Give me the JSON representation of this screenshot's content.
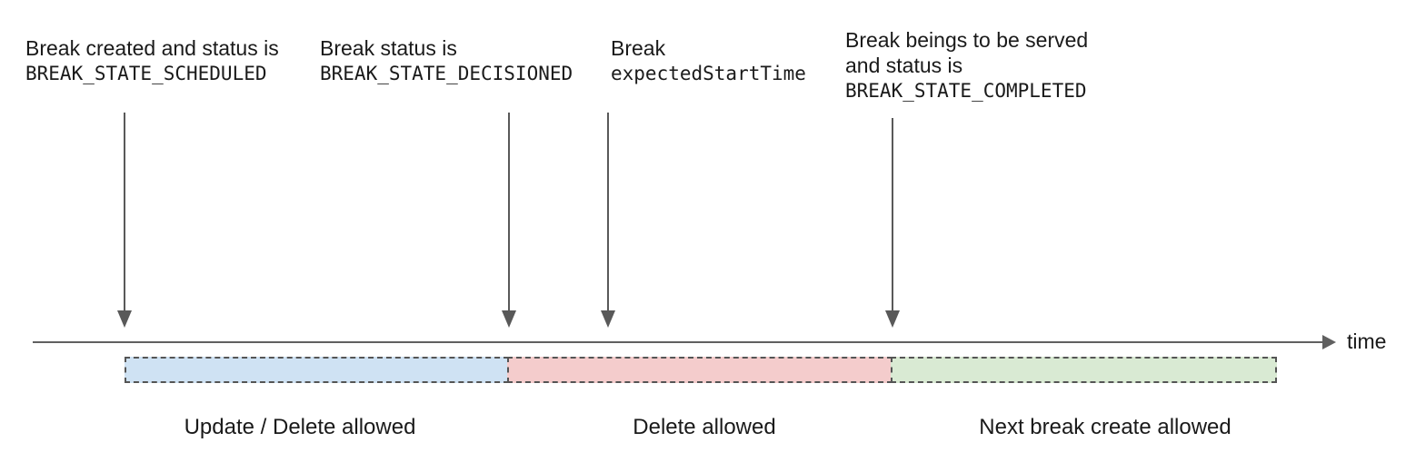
{
  "colors": {
    "text": "#1a1a1a",
    "arrow": "#595959",
    "axis": "#606060",
    "segment_border": "#555555",
    "segment_blue": "#cfe2f3",
    "segment_red": "#f4cccc",
    "segment_green": "#d9ead3"
  },
  "annotations": [
    {
      "lines": [
        "Break created and status is",
        "BREAK_STATE_SCHEDULED"
      ]
    },
    {
      "lines": [
        "Break status is",
        "BREAK_STATE_DECISIONED"
      ]
    },
    {
      "lines": [
        "Break",
        "expectedStartTime"
      ]
    },
    {
      "lines": [
        "Break beings to be served",
        "and status is",
        "BREAK_STATE_COMPLETED"
      ]
    }
  ],
  "timeline": {
    "label": "time"
  },
  "segments": [
    {
      "label": "Update / Delete allowed",
      "color": "#cfe2f3"
    },
    {
      "label": "Delete allowed",
      "color": "#f4cccc"
    },
    {
      "label": "Next break create allowed",
      "color": "#d9ead3"
    }
  ]
}
